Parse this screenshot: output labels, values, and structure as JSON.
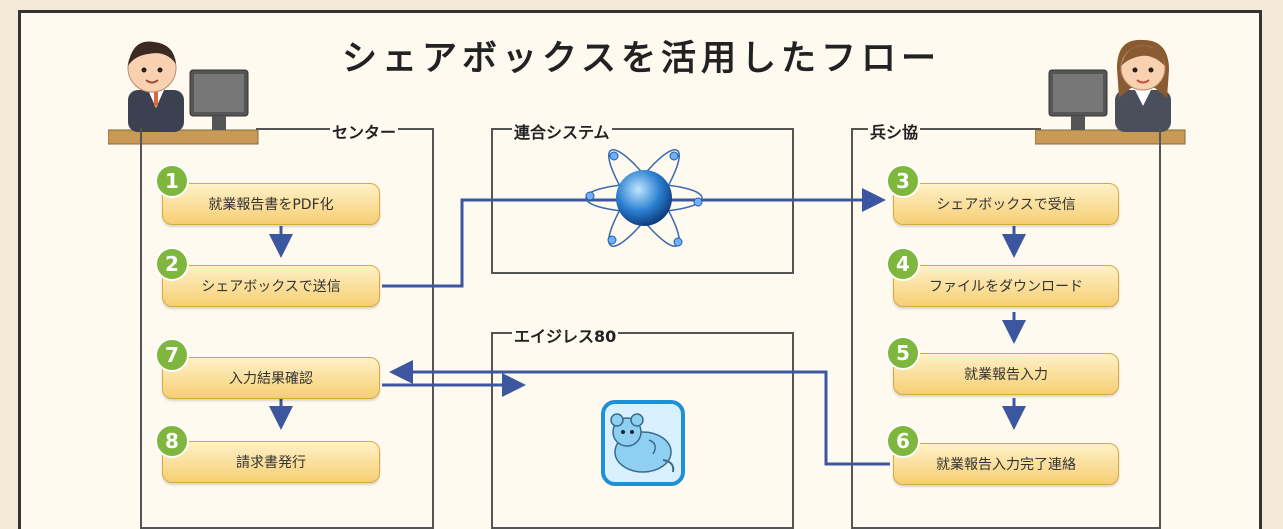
{
  "title": "シェアボックスを活用したフロー",
  "sections": {
    "center": "センター",
    "rengo": "連合システム",
    "heishikyo": "兵シ協",
    "aigiless": "エイジレス80"
  },
  "steps": [
    {
      "num": "1",
      "label": "就業報告書をPDF化"
    },
    {
      "num": "2",
      "label": "シェアボックスで送信"
    },
    {
      "num": "3",
      "label": "シェアボックスで受信"
    },
    {
      "num": "4",
      "label": "ファイルをダウンロード"
    },
    {
      "num": "5",
      "label": "就業報告入力"
    },
    {
      "num": "6",
      "label": "就業報告入力完了連絡"
    },
    {
      "num": "7",
      "label": "入力結果確認"
    },
    {
      "num": "8",
      "label": "請求書発行"
    }
  ],
  "colors": {
    "arrow": "#3d56a0",
    "step_fill": "#f8d887",
    "badge": "#7fb63e"
  }
}
